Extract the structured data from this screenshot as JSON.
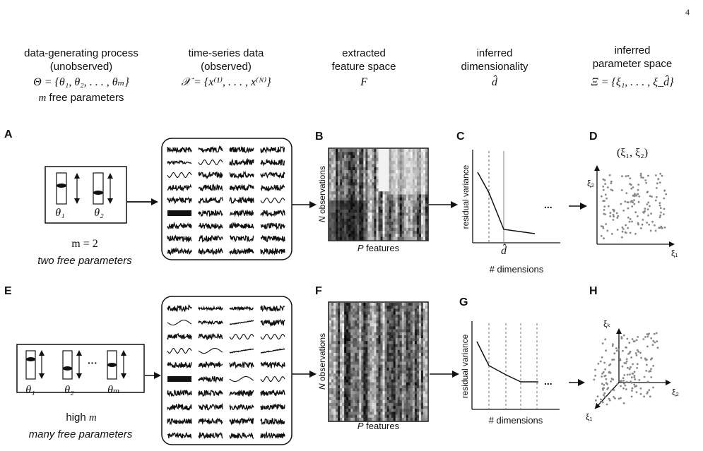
{
  "page_number": "4",
  "headers": [
    {
      "line1": "data-generating process",
      "line2": "(unobserved)",
      "math": "Θ = {θ₁, θ₂, . . . , θₘ}",
      "extra": "m free parameters"
    },
    {
      "line1": "time-series data",
      "line2": "(observed)",
      "math": "𝒳 = {x⁽¹⁾, . . . , x⁽ᴺ⁾}"
    },
    {
      "line1": "extracted",
      "line2": "feature space",
      "math": "F"
    },
    {
      "line1": "inferred",
      "line2": "dimensionality",
      "math": "d̂"
    },
    {
      "line1": "inferred",
      "line2": "parameter space",
      "math": "Ξ = {ξ₁, . . . , ξ_d̂}"
    }
  ],
  "panels": {
    "A": {
      "letter": "A",
      "param1": "θ₁",
      "param2": "θ₂",
      "eq": "m = 2",
      "caption": "two free parameters"
    },
    "B": {
      "letter": "B",
      "ylabel": "N observations",
      "xlabel": "P features"
    },
    "C": {
      "letter": "C",
      "ylabel": "residual variance",
      "xlabel": "# dimensions",
      "tick": "d̂",
      "ellipsis": "..."
    },
    "D": {
      "letter": "D",
      "title": "(ξ₁, ξ₂)",
      "yaxis": "ξ₂",
      "xaxis": "ξ₁"
    },
    "E": {
      "letter": "E",
      "param1": "θ₁",
      "param2": "θ₂",
      "paramm": "θₘ",
      "dots": "···",
      "eq": "high m",
      "caption": "many free parameters"
    },
    "F": {
      "letter": "F",
      "ylabel": "N observations",
      "xlabel": "P features"
    },
    "G": {
      "letter": "G",
      "ylabel": "residual variance",
      "xlabel": "# dimensions",
      "ellipsis": "..."
    },
    "H": {
      "letter": "H",
      "axis_k": "ξₖ",
      "axis_2": "ξ₂",
      "axis_1": "ξ₁"
    }
  }
}
